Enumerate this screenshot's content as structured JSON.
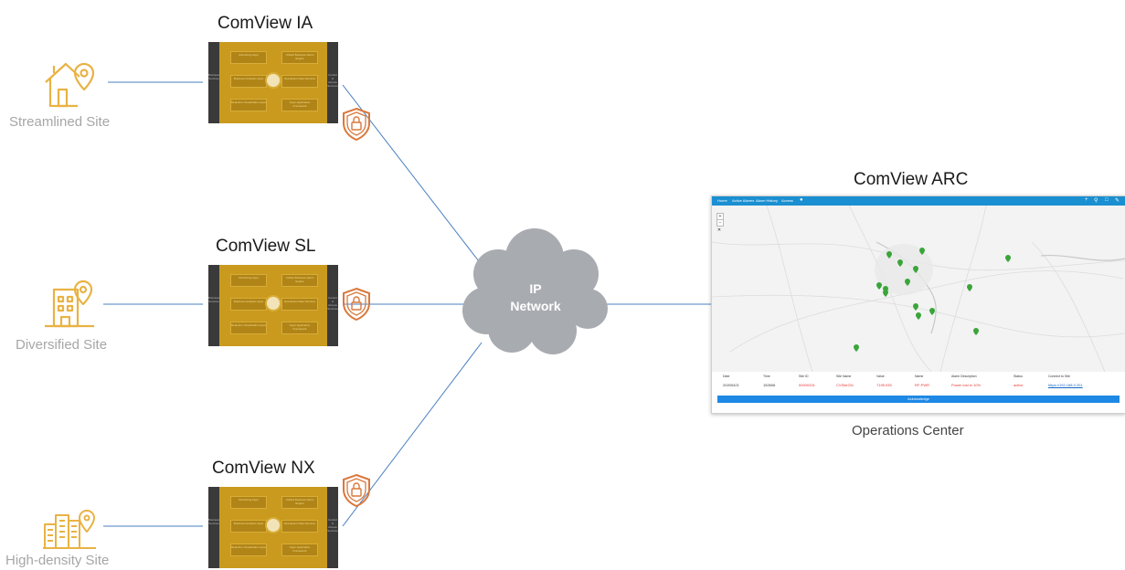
{
  "sites": [
    {
      "label": "Streamlined Site",
      "icon": "house-location-icon"
    },
    {
      "label": "Diversified Site",
      "icon": "building-location-icon"
    },
    {
      "label": "High-density Site",
      "icon": "city-location-icon"
    }
  ],
  "products": [
    {
      "title": "ComView IA"
    },
    {
      "title": "ComView SL"
    },
    {
      "title": "ComView NX"
    }
  ],
  "device_modules": [
    "Monitoring Apps",
    "Unified Business Alarm Engine",
    "Business Analytics Apps",
    "Operations Data Services",
    "Real-time Visualization Apps",
    "Open Application Framework"
  ],
  "device_side_left": "Business Services",
  "device_side_right": "Control & Access Services",
  "network": {
    "line1": "IP",
    "line2": "Network"
  },
  "arc": {
    "title": "ComView ARC",
    "caption": "Operations Center",
    "nav": [
      "Home",
      "Active Alarms",
      "Alarm History",
      "Access"
    ],
    "table_headers": [
      "Date",
      "Time",
      "Site ID",
      "Site Name",
      "Value",
      "Name",
      "Alarm Description",
      "Status",
      "Connect to Site"
    ],
    "table_row": [
      "20200421",
      "152606",
      "00000331",
      "CVSite231",
      "7195.035",
      "RF-PWR",
      "Power lost in 10%",
      "active",
      "https://192.168.0.201"
    ],
    "ack_label": "Acknowledge"
  },
  "colors": {
    "device_gold": "#c99a1e",
    "device_frame": "#3a3a3a",
    "icon_gold": "#e9b244",
    "lock_orange": "#d9783c",
    "link_blue": "#4a7fc1",
    "cloud_grey": "#a8abb0",
    "arc_blue": "#1a8fd1",
    "pin_green": "#3aa53a"
  }
}
